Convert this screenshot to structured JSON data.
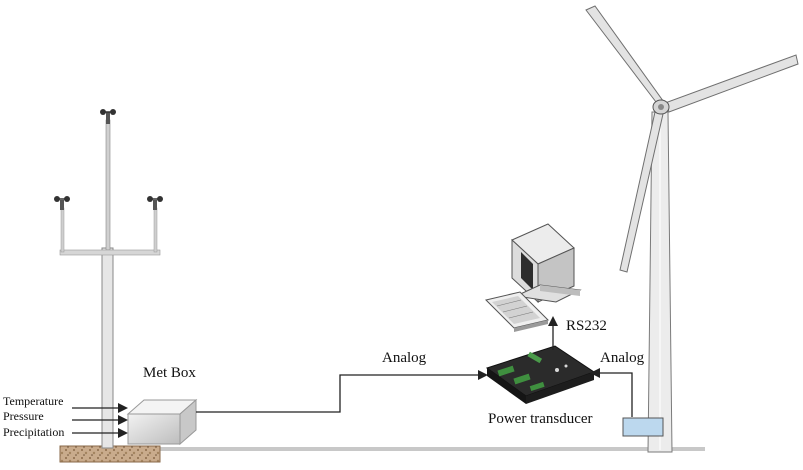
{
  "inputs": [
    "Temperature",
    "Pressure",
    "Precipitation"
  ],
  "labels": {
    "met_box": "Met Box",
    "analog_left": "Analog",
    "analog_right": "Analog",
    "rs232": "RS232",
    "power_transducer": "Power transducer"
  },
  "colors": {
    "line": "#222222",
    "mast": "#c8c8c8",
    "ground": "#b89a7c",
    "turbine": "#e6e6e6",
    "panel": "#bcd8ee"
  }
}
